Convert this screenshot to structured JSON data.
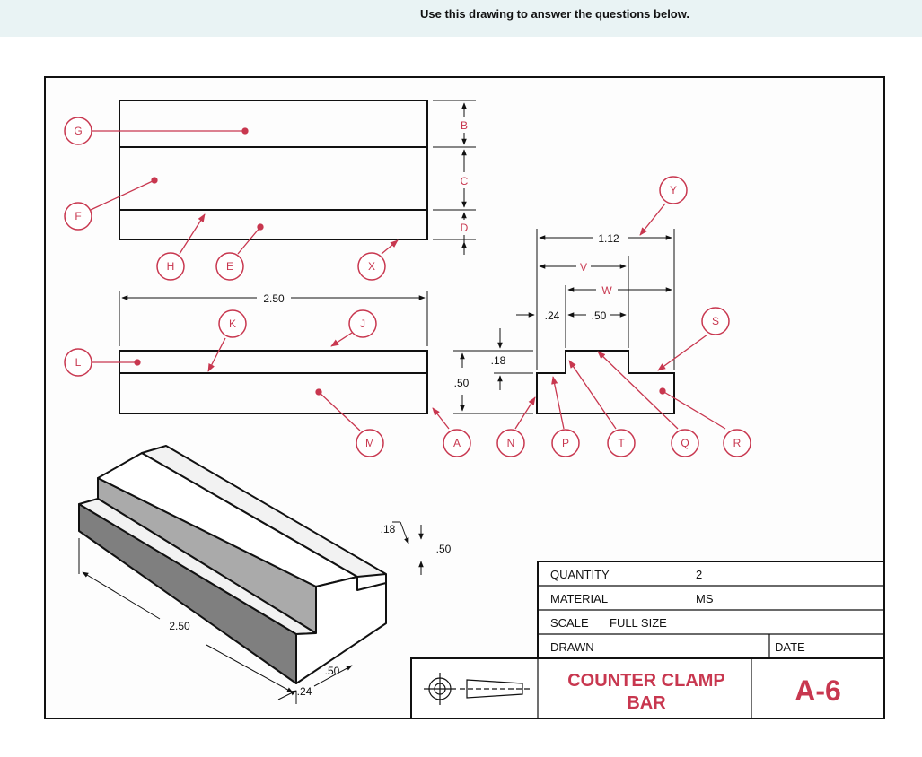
{
  "banner": {
    "text": "Use this drawing to answer the questions below."
  },
  "colors": {
    "callout": "#c8374f",
    "line": "#111111",
    "dim": "#222222",
    "title": "#c8374f",
    "banner_bg": "#e9f3f4"
  },
  "callouts": {
    "G": "G",
    "F": "F",
    "H": "H",
    "E": "E",
    "X": "X",
    "K": "K",
    "J": "J",
    "L": "L",
    "M": "M",
    "A": "A",
    "N": "N",
    "P": "P",
    "T": "T",
    "Q": "Q",
    "R": "R",
    "S": "S",
    "Y": "Y",
    "B": "B",
    "C": "C",
    "D": "D",
    "V": "V",
    "W": "W"
  },
  "dimensions": {
    "top_length": "2.50",
    "overall_width": "1.12",
    "slot_offset": ".24",
    "slot_width": ".50",
    "slot_depth": ".18",
    "height": ".50",
    "iso_length": "2.50",
    "iso_slot_depth": ".18",
    "iso_height": ".50",
    "iso_slot_width": ".50",
    "iso_offset": ".24"
  },
  "title_block": {
    "quantity_label": "QUANTITY",
    "quantity_value": "2",
    "material_label": "MATERIAL",
    "material_value": "MS",
    "scale_label": "SCALE",
    "scale_value": "FULL SIZE",
    "drawn_label": "DRAWN",
    "date_label": "DATE",
    "part_name_line1": "COUNTER CLAMP",
    "part_name_line2": "BAR",
    "drawing_number": "A-6"
  }
}
